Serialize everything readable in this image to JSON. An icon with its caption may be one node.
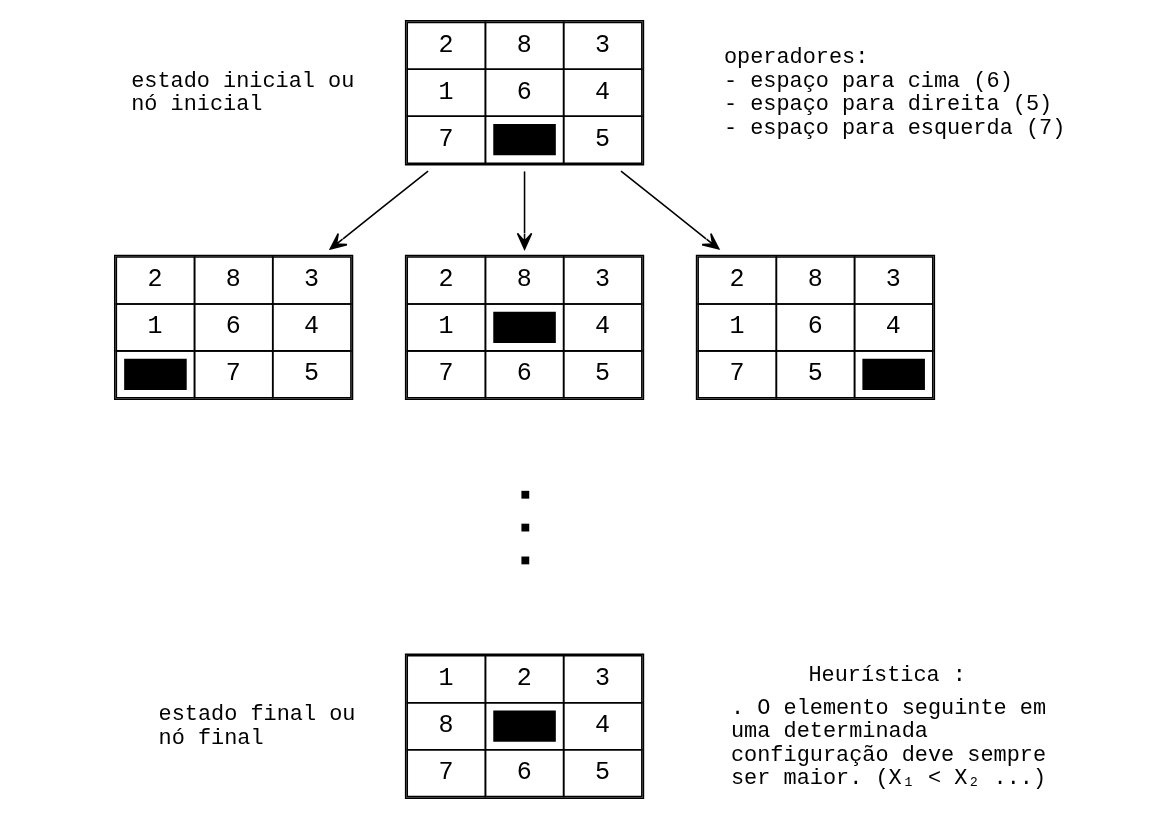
{
  "diagram": {
    "nodes": [
      {
        "text": [
          "2",
          "8",
          "3",
          "1",
          "6",
          "4",
          "7",
          "5"
        ],
        "beside": [
          "estado inicial ou nó inicial"
        ]
      },
      {
        "text": [
          "2",
          "8",
          "3",
          "1",
          "6",
          "4",
          "7",
          "5"
        ]
      },
      {
        "text": [
          "2",
          "8",
          "3",
          "1",
          "4",
          "7",
          "6",
          "5"
        ]
      },
      {
        "text": [
          "2",
          "8",
          "3",
          "1",
          "6",
          "4",
          "7",
          "5"
        ]
      },
      {
        "text": [],
        "shape": "dots"
      },
      {
        "text": [
          "1",
          "2",
          "3",
          "8",
          "4",
          "7",
          "6",
          "5"
        ],
        "beside": [
          "estado final ou nó final"
        ]
      }
    ],
    "edges": [
      {
        "from": 0,
        "to": 1,
        "arrow": "to"
      },
      {
        "from": 0,
        "to": 2,
        "arrow": "to"
      },
      {
        "from": 0,
        "to": 3,
        "arrow": "to"
      }
    ],
    "labels": [
      "operadores:",
      "- espaço para cima (6)",
      "- espaço para direita (5)",
      "- espaço para esquerda (7)",
      "Heurística :",
      ". O elemento seguinte em uma determinada configuração deve sempre ser maior. (X₁ < X₂ ...)"
    ]
  }
}
